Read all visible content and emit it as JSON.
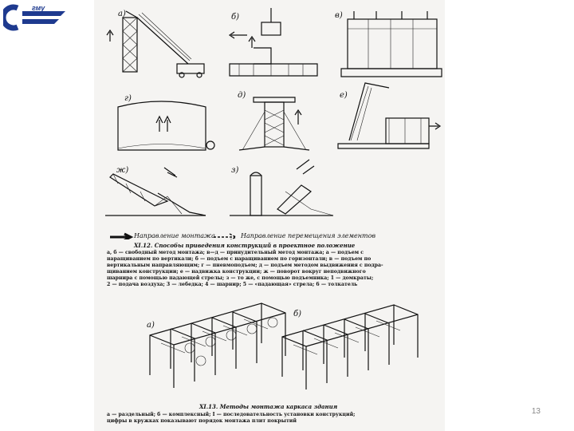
{
  "logo": {
    "text": "СГМУ",
    "color": "#1e3a8f"
  },
  "figure_top": {
    "panels": [
      {
        "id": "a",
        "label": "а)"
      },
      {
        "id": "b",
        "label": "б)"
      },
      {
        "id": "v",
        "label": "в)"
      },
      {
        "id": "g",
        "label": "г)"
      },
      {
        "id": "d",
        "label": "д)"
      },
      {
        "id": "e",
        "label": "е)"
      },
      {
        "id": "zh",
        "label": "ж)"
      },
      {
        "id": "z",
        "label": "з)"
      }
    ],
    "legend": {
      "assembly_direction": "Направление монтажа",
      "movement_direction": "Направление перемещения элементов"
    },
    "caption_title": "XI.12. Способы приведения конструкций в проектное положение",
    "caption_lines": [
      "а, б — свободный метод монтажа; в—д — принудительный метод монтажа; а — подъем с",
      "наращиванием по вертикали; б — подъем с наращиванием по горизонтали; в — подъем по",
      "вертикальным направляющим; г — пневмоподъем; д — подъем методом выдвижения с подра-",
      "щиванием конструкции; е — надвижка конструкции; ж — поворот вокруг неподвижного",
      "шарнира с помощью падающей стрелы; з — то же, с помощью подъемника; 1 — домкраты;",
      "2 — подача воздуха; 3 — лебедка; 4 — шарнир; 5 — «падающая» стрела; 6 — толкатель"
    ]
  },
  "figure_bottom": {
    "panels": [
      {
        "id": "a",
        "label": "а)"
      },
      {
        "id": "b",
        "label": "б)"
      }
    ],
    "caption_title": "XI.13. Методы монтажа каркаса здания",
    "caption_lines": [
      "а — раздельный; б — комплексный; I — последовательность установки конструкций;",
      "цифры в кружках показывают порядок монтажа плит покрытий"
    ]
  },
  "page_number": "13"
}
